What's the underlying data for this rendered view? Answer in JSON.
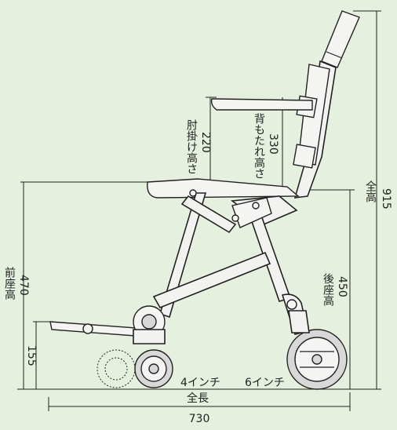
{
  "colors": {
    "background": "#e6f0de",
    "line": "#222222"
  },
  "labels": {
    "armrest_height": "肘掛け高さ",
    "armrest_value": "220",
    "backrest_height": "背もたれ高さ",
    "backrest_value": "330",
    "total_height": "全高",
    "total_height_value": "915",
    "front_seat_height": "前座高",
    "front_seat_value": "470",
    "rear_seat_height": "後座高",
    "rear_seat_value": "450",
    "footrest_height_value": "155",
    "front_wheel": "4インチ",
    "rear_wheel": "6インチ",
    "total_length": "全長",
    "total_length_value": "730"
  }
}
